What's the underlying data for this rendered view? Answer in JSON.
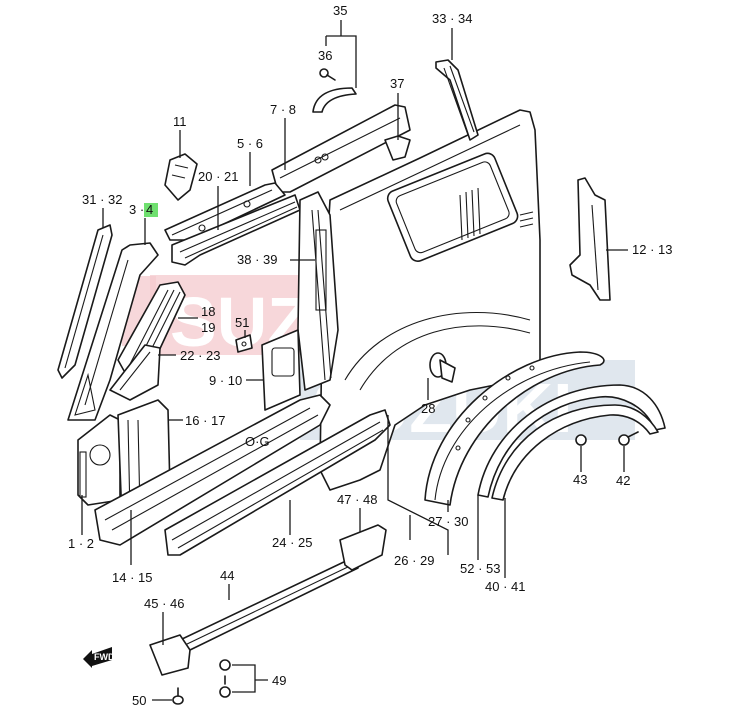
{
  "diagram": {
    "title": "Rear quarter / side body panel exploded parts diagram",
    "colors": {
      "line": "#1a1a1a",
      "highlight": "#6fe06f",
      "watermark_red": "#f4c9cd",
      "watermark_blue": "#d6dfe8"
    },
    "watermark": {
      "word_top": "SUZU",
      "word_bottom": "SUZUKI"
    },
    "fwd_marker": "FWD",
    "highlighted_part": "4",
    "callouts": {
      "c35": "35",
      "c36": "36",
      "c33_34": "33 · 34",
      "c37": "37",
      "c7_8": "7 · 8",
      "c11": "11",
      "c5_6": "5 · 6",
      "c20_21": "20 · 21",
      "c31_32": "31 · 32",
      "c3": "3 ·",
      "c4": "4",
      "c38_39": "38 · 39",
      "c12_13": "12 · 13",
      "c18": "18",
      "c19": "19",
      "c51": "51",
      "c22_23": "22 · 23",
      "c9_10": "9 · 10",
      "c28": "28",
      "c16_17": "16 · 17",
      "c43": "43",
      "c42": "42",
      "c47_48": "47 · 48",
      "c27_30": "27 · 30",
      "c1_2": "1 · 2",
      "c24_25": "24 · 25",
      "c26_29": "26 · 29",
      "c52_53": "52 · 53",
      "c14_15": "14 · 15",
      "c40_41": "40 · 41",
      "c44": "44",
      "c45_46": "45 · 46",
      "c49": "49",
      "c50": "50"
    }
  }
}
